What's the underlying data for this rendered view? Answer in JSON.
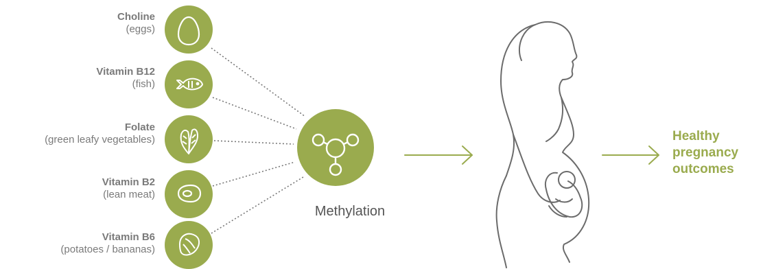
{
  "nutrients": [
    {
      "name": "Choline",
      "source": "(eggs)",
      "icon": "egg-icon"
    },
    {
      "name": "Vitamin B12",
      "source": "(fish)",
      "icon": "fish-icon"
    },
    {
      "name": "Folate",
      "source": "(green leafy vegetables)",
      "icon": "leafy-vegetable-icon"
    },
    {
      "name": "Vitamin B2",
      "source": "(lean meat)",
      "icon": "steak-icon"
    },
    {
      "name": "Vitamin B6",
      "source": "(potatoes / bananas)",
      "icon": "potato-icon"
    }
  ],
  "process": {
    "label": "Methylation",
    "icon": "molecule-icon"
  },
  "outcome": {
    "lines": [
      "Healthy",
      "pregnancy",
      "outcomes"
    ]
  },
  "colors": {
    "accent": "#9aab4e",
    "text": "#7a7a7a",
    "outline": "#555555"
  }
}
